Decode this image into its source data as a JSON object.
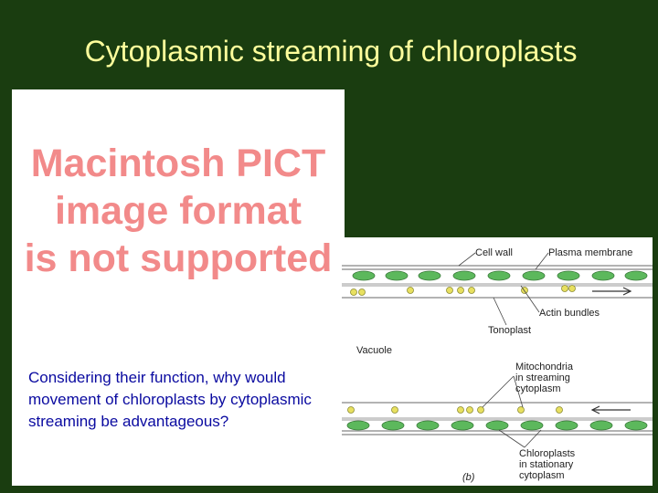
{
  "slide": {
    "title": "Cytoplasmic streaming of chloroplasts",
    "pict_placeholder": [
      "Macintosh PICT",
      "image format",
      "is not supported"
    ],
    "question": "Considering their function, why would movement of chloroplasts by cytoplasmic streaming be advantageous?"
  },
  "diagram": {
    "labels": {
      "cell_wall": "Cell wall",
      "plasma_membrane": "Plasma membrane",
      "actin_bundles": "Actin bundles",
      "tonoplast": "Tonoplast",
      "vacuole": "Vacuole",
      "mitochondria": [
        "Mitochondria",
        "in streaming",
        "cytoplasm"
      ],
      "chloroplasts": [
        "Chloroplasts",
        "in stationary",
        "cytoplasm"
      ],
      "panel": "(b)"
    },
    "colors": {
      "chloroplast": "#5cb85c",
      "mitochondrion": "#e8e060",
      "membrane": "#9a9a9a"
    }
  }
}
